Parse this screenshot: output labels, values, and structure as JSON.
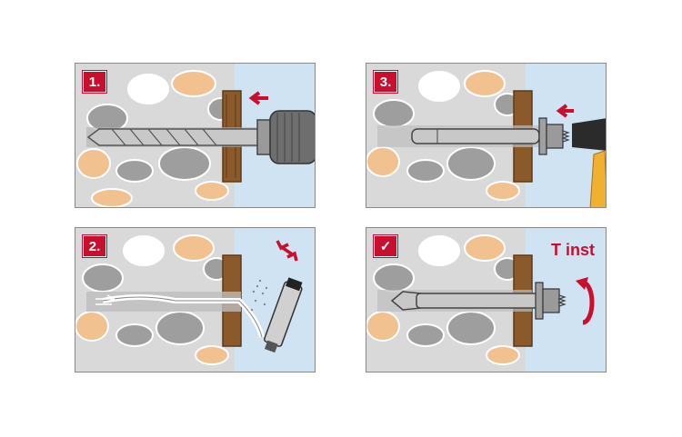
{
  "steps": [
    {
      "badge": "1."
    },
    {
      "badge": "2."
    },
    {
      "badge": "3."
    },
    {
      "badge": "✓",
      "label": "T inst"
    }
  ],
  "colors": {
    "accent": "#c8102e",
    "concrete": "#d9d9d9",
    "stone_grey": "#9e9e9e",
    "stone_tan": "#f1c28f",
    "wood": "#8b5a2b",
    "air": "#cfe3f3",
    "steel": "#b8b8b8"
  }
}
